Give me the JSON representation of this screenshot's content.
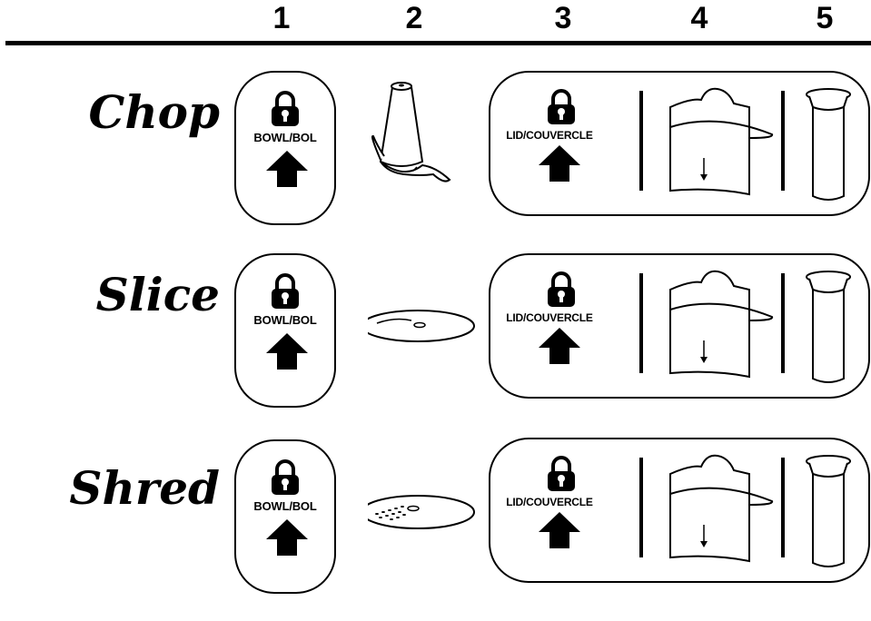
{
  "header": {
    "step_numbers": [
      "1",
      "2",
      "3",
      "4",
      "5"
    ]
  },
  "rows": [
    {
      "label": "Chop",
      "bowl_text": "BOWL/BOL",
      "lid_text": "LID/COUVERCLE",
      "part": "chopping-blade-icon"
    },
    {
      "label": "Slice",
      "bowl_text": "BOWL/BOL",
      "lid_text": "LID/COUVERCLE",
      "part": "slicing-disc-icon"
    },
    {
      "label": "Shred",
      "bowl_text": "BOWL/BOL",
      "lid_text": "LID/COUVERCLE",
      "part": "shredding-disc-icon"
    }
  ],
  "icons": {
    "lock": "lock-icon",
    "arrow": "up-arrow-icon",
    "feed_guide": "feed-tube-guide-icon",
    "pusher": "food-pusher-icon"
  }
}
